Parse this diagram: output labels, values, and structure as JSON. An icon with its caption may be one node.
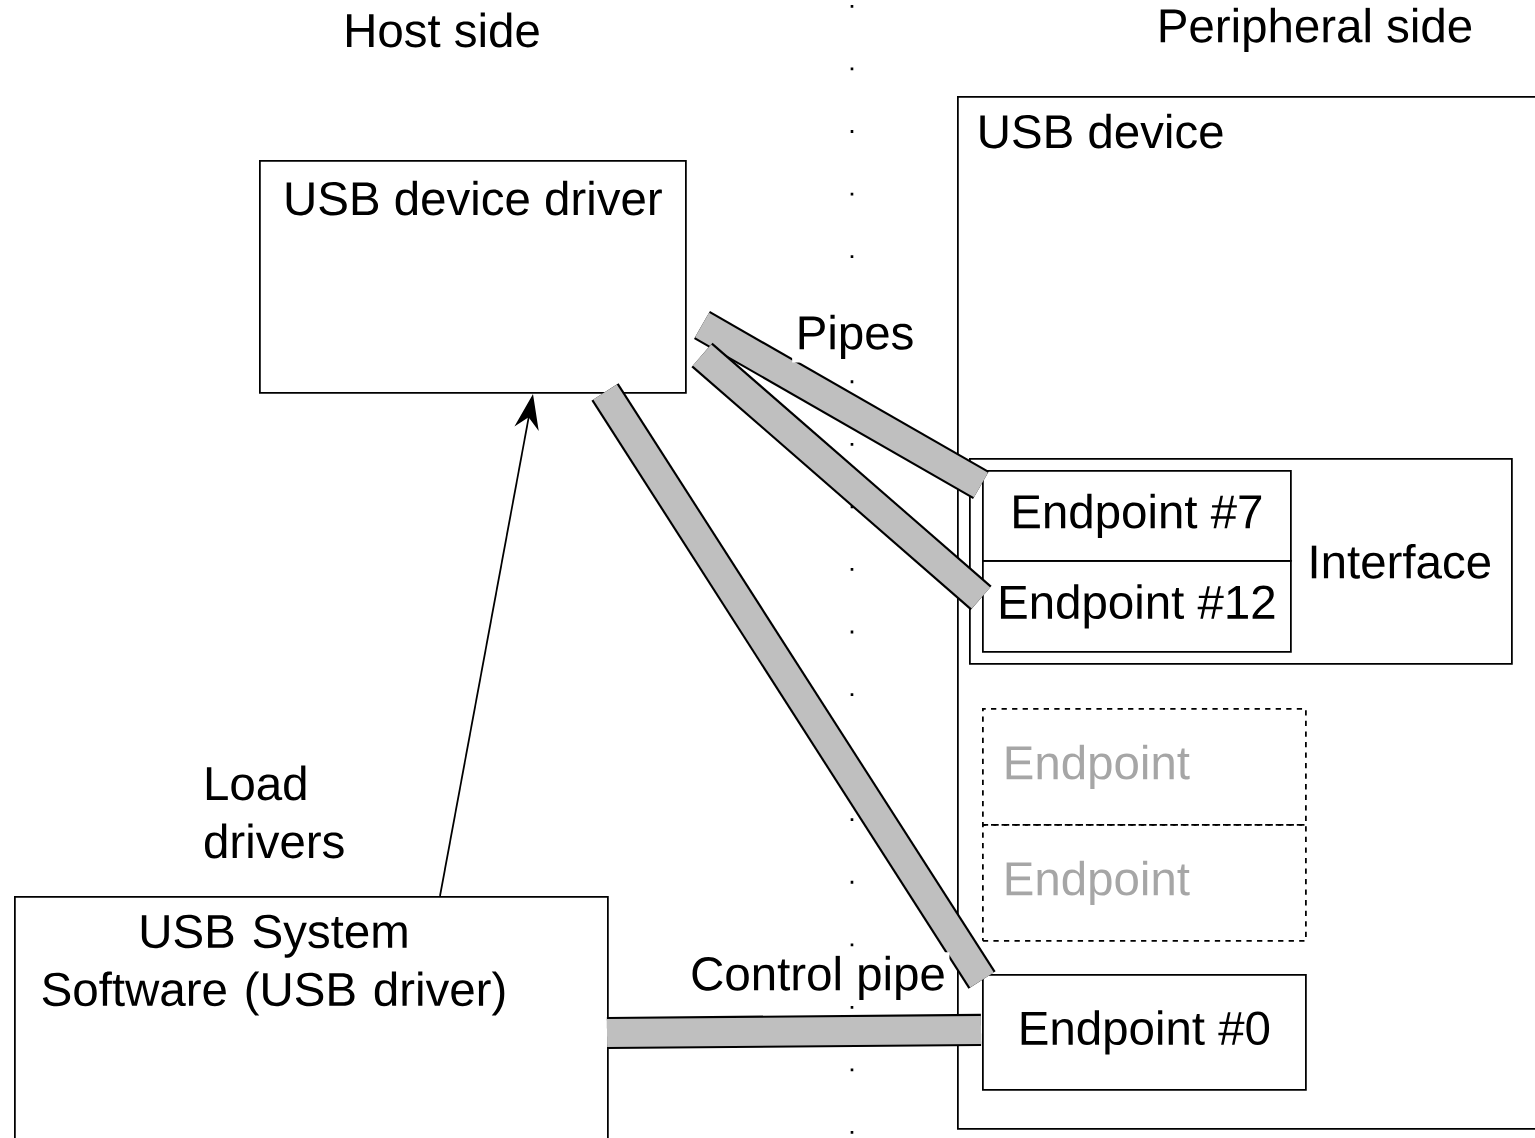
{
  "diagram": {
    "nodes": [
      {
        "text": [
          "USB device driver"
        ]
      },
      {
        "text": [
          "USB System Software (USB driver)"
        ]
      },
      {
        "text": [
          "USB device"
        ]
      },
      {
        "text": [
          "Interface"
        ],
        "in": 2
      },
      {
        "text": [
          "Endpoint #7"
        ],
        "in": 3
      },
      {
        "text": [
          "Endpoint #12"
        ],
        "in": 3
      },
      {
        "text": [
          "Endpoint"
        ],
        "in": 2
      },
      {
        "text": [
          "Endpoint"
        ],
        "in": 2
      },
      {
        "text": [
          "Endpoint #0"
        ],
        "in": 2
      }
    ],
    "edges": [
      {
        "from": 1,
        "to": 0,
        "arrow": "to",
        "color": "#000000",
        "label": "Load drivers"
      },
      {
        "from": 0,
        "to": 4,
        "arrow": "none",
        "label": "Pipes"
      },
      {
        "from": 0,
        "to": 5,
        "arrow": "none"
      },
      {
        "from": 0,
        "to": 8,
        "arrow": "none"
      },
      {
        "from": 1,
        "to": 8,
        "arrow": "none",
        "label": "Control pipe"
      }
    ],
    "labels": [
      "Host side",
      "Peripheral side"
    ]
  }
}
